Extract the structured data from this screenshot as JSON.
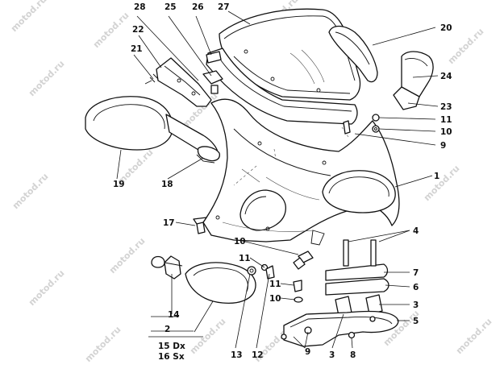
{
  "watermark": "motod.ru",
  "callouts": {
    "c1": "1",
    "c2": "2",
    "c3a": "3",
    "c3b": "3",
    "c4": "4",
    "c5": "5",
    "c6": "6",
    "c7": "7",
    "c8": "8",
    "c9a": "9",
    "c9b": "9",
    "c10a": "10",
    "c10b": "10",
    "c10c": "10",
    "c11a": "11",
    "c11b": "11",
    "c11c": "11",
    "c12": "12",
    "c13": "13",
    "c14": "14",
    "c17": "17",
    "c18": "18",
    "c19": "19",
    "c20": "20",
    "c21": "21",
    "c22": "22",
    "c23": "23",
    "c24": "24",
    "c25": "25",
    "c26": "26",
    "c27": "27",
    "c28": "28"
  },
  "legend": {
    "row1": "15 Dx",
    "row2": "16 Sx"
  }
}
